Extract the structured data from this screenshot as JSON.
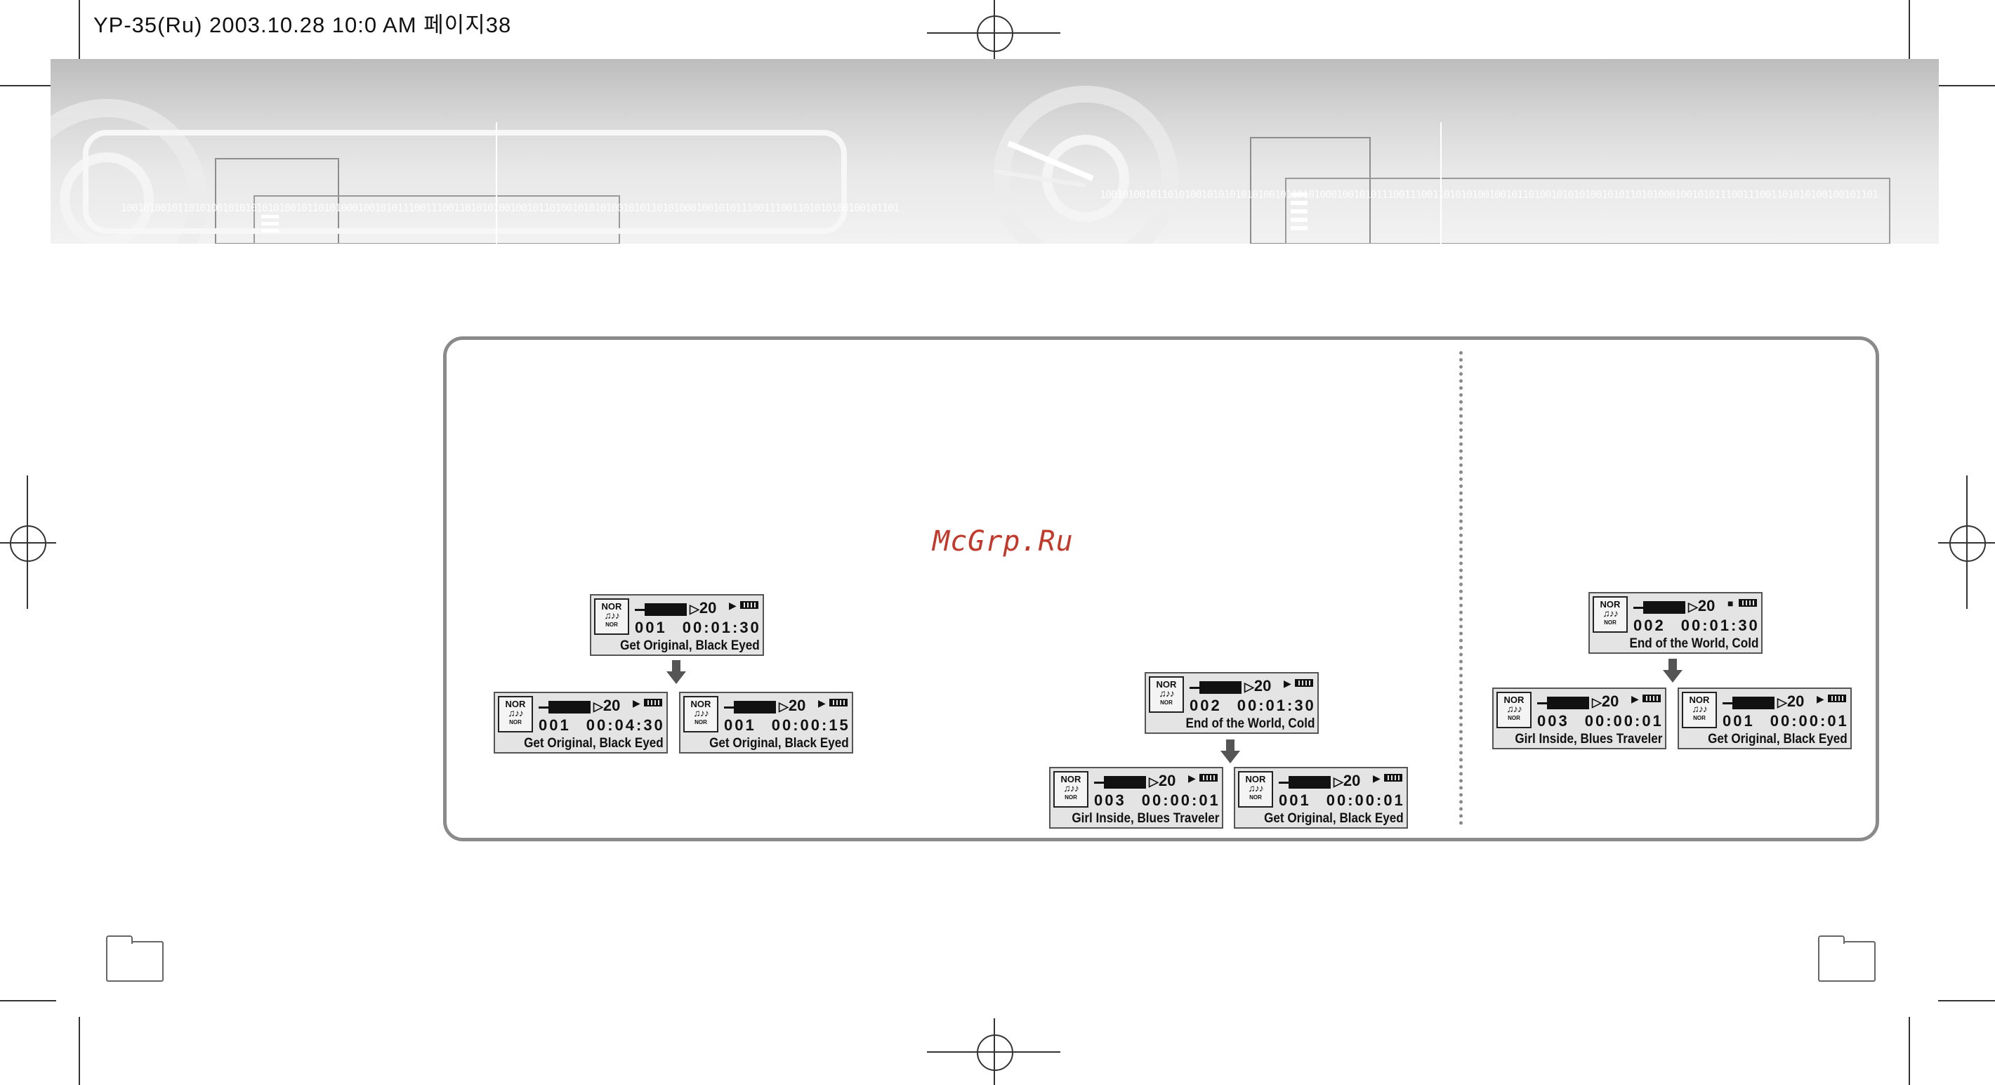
{
  "print_header": "YP-35(Ru)  2003.10.28 10:0 AM 페이지38",
  "watermark": "McGrp.Ru",
  "binary_string": "100101001011010100101010101010010110101000100101011100111001101010100100101101001010101001010110101000100101011100111001101010100100101101",
  "lcd_common": {
    "mode_top": "NOR",
    "mode_notes": "♫♪♪",
    "mode_bottom": "NOR",
    "volume": "20",
    "play_icon": "▶",
    "stop_icon": "■"
  },
  "displays": [
    {
      "track": "001",
      "time": "00:01:30",
      "title": "Get Original, Black Eyed",
      "state": "play"
    },
    {
      "track": "001",
      "time": "00:04:30",
      "title": "Get Original, Black Eyed",
      "state": "play"
    },
    {
      "track": "001",
      "time": "00:00:15",
      "title": "Get Original, Black Eyed",
      "state": "play"
    },
    {
      "track": "002",
      "time": "00:01:30",
      "title": "End of the World, Cold",
      "state": "play"
    },
    {
      "track": "003",
      "time": "00:00:01",
      "title": "Girl Inside, Blues Traveler",
      "state": "play"
    },
    {
      "track": "001",
      "time": "00:00:01",
      "title": "Get Original, Black Eyed",
      "state": "play"
    },
    {
      "track": "002",
      "time": "00:01:30",
      "title": "End of the World, Cold",
      "state": "stop"
    },
    {
      "track": "003",
      "time": "00:00:01",
      "title": "Girl Inside, Blues Traveler",
      "state": "play"
    },
    {
      "track": "001",
      "time": "00:00:01",
      "title": "Get Original, Black Eyed",
      "state": "play"
    }
  ]
}
